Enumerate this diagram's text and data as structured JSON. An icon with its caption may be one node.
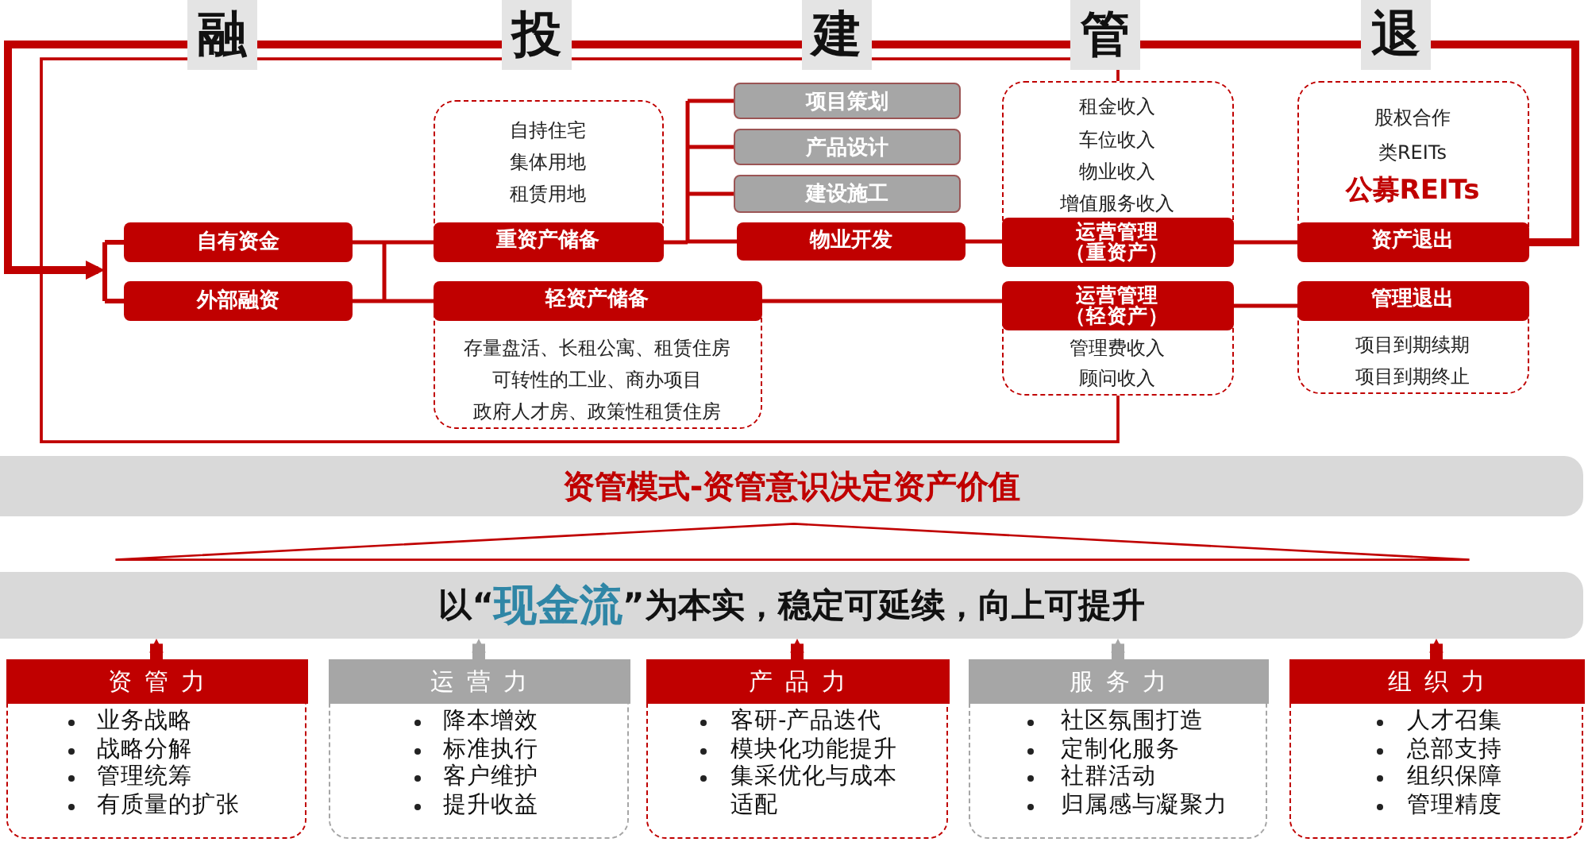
{
  "diagram": {
    "nodes": [
      {
        "text": [
          "自有资金"
        ]
      },
      {
        "text": [
          "外部融资"
        ]
      },
      {
        "text": [
          "自持住宅",
          "集体用地",
          "租赁用地"
        ]
      },
      {
        "text": [
          "重资产储备"
        ],
        "in": 2
      },
      {
        "text": [
          "存量盘活、长租公寓、租赁住房",
          "可转性的工业、商办项目",
          "政府人才房、政策性租赁住房"
        ]
      },
      {
        "text": [
          "轻资产储备"
        ],
        "in": 4
      },
      {
        "text": [
          "项目策划"
        ]
      },
      {
        "text": [
          "产品设计"
        ]
      },
      {
        "text": [
          "建设施工"
        ]
      },
      {
        "text": [
          "物业开发"
        ]
      },
      {
        "text": [
          "租金收入",
          "车位收入",
          "物业收入",
          "增值服务收入"
        ]
      },
      {
        "text": [
          "运营管理（重资产）"
        ],
        "in": 10
      },
      {
        "text": [
          "管理费收入",
          "顾问收入"
        ]
      },
      {
        "text": [
          "运营管理（轻资产）"
        ],
        "in": 12
      },
      {
        "text": [
          "股权合作",
          "类REITs",
          "公募REITs"
        ]
      },
      {
        "text": [
          "资产退出"
        ],
        "in": 14
      },
      {
        "text": [
          "项目到期续期",
          "项目到期终止"
        ]
      },
      {
        "text": [
          "管理退出"
        ],
        "in": 16
      },
      {
        "text": [
          "资管模式-资管意识决定资产价值"
        ]
      },
      {
        "text": [],
        "shape": "triangle"
      },
      {
        "text": [
          "以“**现金流**”为本实，稳定可延续，向上可提升"
        ]
      },
      {
        "text": [
          "资管力",
          "业务战略",
          "战略分解",
          "管理统筹",
          "有质量的扩张"
        ]
      },
      {
        "text": [
          "运营力",
          "降本增效",
          "标准执行",
          "客户维护",
          "提升收益"
        ]
      },
      {
        "text": [
          "产品力",
          "客研-产品迭代",
          "模块化功能提升",
          "集采优化与成本适配"
        ]
      },
      {
        "text": [
          "服务力",
          "社区氛围打造",
          "定制化服务",
          "社群活动",
          "归属感与凝聚力"
        ]
      },
      {
        "text": [
          "组织力",
          "人才召集",
          "总部支持",
          "组织保障",
          "管理精度"
        ]
      }
    ],
    "edges": [
      {
        "from": 15,
        "to": 0,
        "arrow": "to",
        "style": "thick"
      },
      {
        "from": 15,
        "to": 1,
        "arrow": "to",
        "style": "thick"
      },
      {
        "from": 0,
        "to": 3,
        "arrow": "none"
      },
      {
        "from": 0,
        "to": 5,
        "arrow": "none"
      },
      {
        "from": 1,
        "to": 3,
        "arrow": "none"
      },
      {
        "from": 1,
        "to": 5,
        "arrow": "none"
      },
      {
        "from": 3,
        "to": 6,
        "arrow": "none"
      },
      {
        "from": 3,
        "to": 7,
        "arrow": "none"
      },
      {
        "from": 3,
        "to": 8,
        "arrow": "none"
      },
      {
        "from": 3,
        "to": 9,
        "arrow": "none"
      },
      {
        "from": 9,
        "to": 11,
        "arrow": "none"
      },
      {
        "from": 11,
        "to": 15,
        "arrow": "none"
      },
      {
        "from": 5,
        "to": 13,
        "arrow": "none"
      },
      {
        "from": 13,
        "to": 17,
        "arrow": "none"
      },
      {
        "from": 10,
        "to": 12,
        "arrow": "none"
      },
      {
        "from": 21,
        "to": 20,
        "arrow": "to",
        "style": "thick"
      },
      {
        "from": 22,
        "to": 20,
        "arrow": "to",
        "style": "thick",
        "color": "#a6a6a6"
      },
      {
        "from": 23,
        "to": 20,
        "arrow": "to",
        "style": "thick"
      },
      {
        "from": 24,
        "to": 20,
        "arrow": "to",
        "style": "thick",
        "color": "#a6a6a6"
      },
      {
        "from": 25,
        "to": 20,
        "arrow": "to",
        "style": "thick"
      }
    ],
    "labels": [
      "融",
      "投",
      "建",
      "管",
      "退"
    ]
  }
}
